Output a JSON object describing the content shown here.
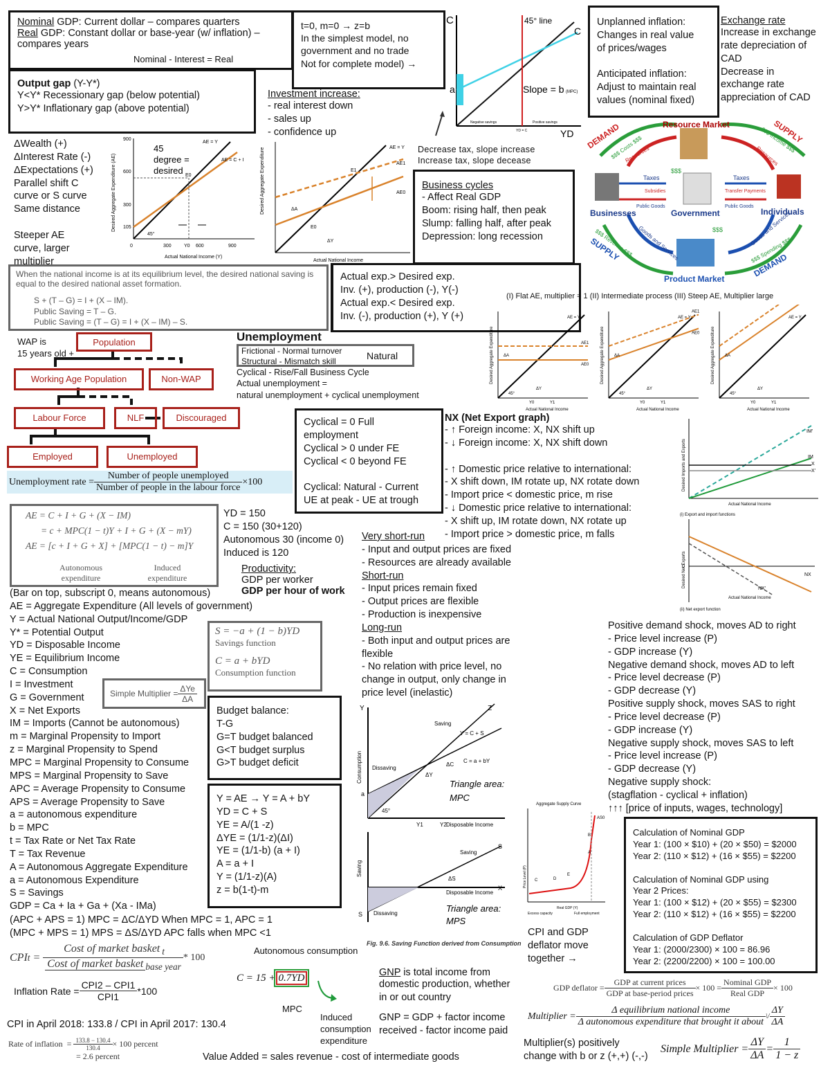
{
  "top_left": {
    "nominal_label": "Nominal",
    "nominal_text": " GDP: Current dollar – compares quarters",
    "real_label": "Real",
    "real_text": " GDP: Constant dollar or base-year (w/ inflation) –",
    "real_text2": "compares years",
    "nominal_interest": "Nominal - Interest = Real"
  },
  "simplest_model": [
    "t=0, m=0 → z=b",
    "In the simplest model, no",
    "government and no trade",
    "Not for complete model) →"
  ],
  "output_gap": {
    "title": "Output gap",
    "title_suffix": " (Y-Y*)",
    "lines": [
      "Y<Y* Recessionary gap (below potential)",
      "Y>Y* Inflationary gap (above potential)"
    ]
  },
  "investment": {
    "title": "Investment increase:",
    "lines": [
      "- real interest down",
      "- sales up",
      "- confidence up"
    ]
  },
  "consumption_chart": {
    "c_label": "C",
    "line45": "45° line",
    "a_label": "a",
    "slope": "Slope = b",
    "mpc": "(MPC)",
    "yd": "YD",
    "neg_saving": "Negative savings",
    "pos_saving": "Positive savings",
    "yd_c": "YD = C"
  },
  "inflation": {
    "lines": [
      "Unplanned inflation:",
      "Changes in real value",
      "of prices/wages",
      "",
      "Anticipated inflation:",
      "Adjust to maintain real",
      "values (nominal fixed)"
    ]
  },
  "exchange": {
    "title": "Exchange rate",
    "lines": [
      "Increase in exchange",
      "rate depreciation of",
      "CAD",
      "Decrease in",
      "exchange rate",
      "appreciation of CAD"
    ]
  },
  "circular_flow": {
    "resource_market": "Resource Market",
    "product_market": "Product Market",
    "businesses": "Businesses",
    "government": "Government",
    "individuals": "Individuals",
    "demand_left": "DEMAND",
    "costs": "$$$ Costs $$$",
    "supply_right": "SUPPLY",
    "income": "$$$ Income $$$",
    "supply_left": "SUPPLY",
    "revenue": "$$$ Revenue $$$",
    "demand_right": "DEMAND",
    "spending": "$$$ Spending $$$",
    "taxes": "Taxes",
    "subsidies": "Subsidies",
    "transfer": "Transfer Payments",
    "public_goods": "Public Goods",
    "goods_services": "Goods and Services",
    "resources": "Resources",
    "dollars": "$$$"
  },
  "wealth": [
    "ΔWealth (+)",
    "ΔInterest Rate (-)",
    "ΔExpectations (+)",
    "Parallel shift C",
    "curve or S curve",
    "Same distance",
    "",
    "Steeper AE",
    "curve, larger",
    "multiplier"
  ],
  "ae_chart1": {
    "note": [
      "45",
      "degree =",
      "desired"
    ],
    "ylabel": "Desired Aggregate Expenditure (AE)",
    "xlabel": "Actual National Income (Y)",
    "yticks": [
      "900",
      "600",
      "300",
      "105"
    ],
    "xticks": [
      "0",
      "300",
      "600",
      "900"
    ],
    "ae_y": "AE = Y",
    "ae_c": "AE = C + I",
    "e0": "E0",
    "y0": "Y0",
    "deg": "45°"
  },
  "ae_chart2": {
    "ylabel": "Desired Aggregate Expenditure",
    "xlabel": "Actual National Income",
    "ae_y": "AE = Y",
    "ae1": "AE1",
    "ae0": "AE0",
    "e1": "E1",
    "e0": "E0",
    "da": "ΔA",
    "dy": "ΔY"
  },
  "tax_note": [
    "Decrease tax, slope increase",
    "Increase tax, slope decease"
  ],
  "business_cycles": {
    "title": "Business cycles",
    "lines": [
      "- Affect Real GDP",
      "Boom: rising half, then peak",
      "Slump: falling half, after peak",
      "Depression: long recession"
    ]
  },
  "equilibrium": {
    "text1": "When the national income is at its equilibrium level, the desired national saving is",
    "text2": "equal to the desired national asset formation.",
    "eqs": [
      "S + (T – G) = I + (X – IM).",
      "Public Saving = T – G.",
      "Public Saving = (T – G) = I + (X – IM) – S."
    ]
  },
  "actual_exp": [
    "Actual exp.> Desired exp.",
    "Inv. (+), production (-), Y(-)",
    "Actual exp.< Desired exp.",
    "Inv. (-), production (+), Y (+)"
  ],
  "multiplier_charts": {
    "header": "(I) Flat AE, multiplier = 1 (II) Intermediate process (III) Steep AE, Multiplier large",
    "ylabel": "Desired Aggregate Expenditure",
    "xlabel": "Actual National Income",
    "ae_y": "AE = Y",
    "ae1": "AE1",
    "ae0": "AE0",
    "da": "ΔA",
    "dy": "ΔY",
    "y0": "Y0",
    "y1": "Y1",
    "deg": "45°"
  },
  "population": {
    "wap_note": [
      "WAP is",
      "15 years old +"
    ],
    "population": "Population",
    "wap": "Working Age Population",
    "non_wap": "Non-WAP",
    "labour_force": "Labour Force",
    "nlf": "NLF",
    "discouraged": "Discouraged",
    "employed": "Employed",
    "unemployed": "Unemployed"
  },
  "unemployment": {
    "title": "Unemployment",
    "frictional": "Frictional - Normal turnover",
    "structural": "Structural - Mismatch skill",
    "natural": "Natural",
    "lines": [
      "Cyclical - Rise/Fall Business Cycle",
      "Actual unemployment =",
      "natural unemployment + cyclical unemployment"
    ]
  },
  "cyclical": [
    "Cyclical = 0 Full",
    "employment",
    "Cyclical > 0 under FE",
    "Cyclical < 0 beyond FE",
    "",
    "Cyclical: Natural - Current",
    "UE at peak - UE at trough"
  ],
  "nx": {
    "title": "NX (Net Export graph)",
    "lines": [
      "- ↑ Foreign income: X, NX shift up",
      "- ↓ Foreign income: X, NX shift down",
      "",
      "- ↑ Domestic price relative to international:",
      "   - X shift down, IM rotate up, NX rotate down",
      "   - Import price < domestic price, m rise",
      "- ↓ Domestic price relative to international:",
      "   - X shift up, IM rotate down, NX rotate up",
      "   - Import price > domestic price, m falls"
    ]
  },
  "nx_graphs": {
    "ylabel1": "Desired Imports and Exports",
    "xlabel": "Actual National Income",
    "cap1": "(i) Export and import functions",
    "ylabel2": "Desired Net Exports",
    "cap2": "(ii) Net export function",
    "im_prime": "IM'",
    "im": "IM",
    "x": "X",
    "x_prime": "X'",
    "nx": "NX",
    "nx_prime": "NX'",
    "zero": "0"
  },
  "unemp_rate": {
    "label": "Unemployment rate =",
    "num": "Number of people unemployed",
    "den": "Number of people in the labour force",
    "mult": "×100"
  },
  "ae_formula": {
    "l1": "AE = C + I + G + (X − IM)",
    "l2": "= c + MPC(1 − t)Y + I + G + (X − mY)",
    "l3a": "AE = [c + I + G + X]",
    "l3b": "+  [MPC(1 − t) − m]Y",
    "auto": "Autonomous expenditure",
    "induced": "Induced expenditure"
  },
  "yd_calc": [
    "YD = 150",
    "C = 150 (30+120)",
    "Autonomous 30 (income 0)",
    "Induced is 120"
  ],
  "productivity": {
    "title": "Productivity:",
    "l1": "GDP per worker",
    "l2": "GDP per hour of work"
  },
  "runs": {
    "vsr": "Very short-run",
    "vsr_lines": [
      "- Input and output prices are fixed",
      "- Resources are already available"
    ],
    "sr": "Short-run",
    "sr_lines": [
      "- Input prices remain fixed",
      "- Output prices are flexible",
      "- Production is inexpensive"
    ],
    "lr": "Long-run",
    "lr_lines": [
      "- Both input and output prices are",
      "flexible",
      "- No relation with price level, no",
      "change in output, only change in",
      "price level (inelastic)"
    ]
  },
  "definitions": [
    "(Bar on top, subscript 0, means autonomous)",
    "AE = Aggregate Expenditure (All levels of government)",
    "Y = Actual National Output/Income/GDP",
    "Y* = Potential Output",
    "YD = Disposable Income",
    "YE = Equilibrium Income",
    "C = Consumption",
    "I = Investment",
    "G = Government",
    "X = Net Exports",
    "IM = Imports (Cannot be autonomous)",
    "m = Marginal Propensity to Import",
    "z = Marginal Propensity to Spend",
    "MPC = Marginal Propensity to Consume",
    "MPS = Marginal Propensity to Save",
    "APC = Average Propensity to Consume",
    "APS = Average Propensity to Save",
    "a = autonomous expenditure",
    "b = MPC",
    "t = Tax Rate or Net Tax Rate",
    "T = Tax Revenue",
    "A = Autonomous Aggregate Expenditure",
    "a = Autonomous Expenditure",
    "S = Savings",
    "   GDP = Ca + Ia + Ga + (Xa - IMa)"
  ],
  "savings_fn": {
    "s": "S = −a + (1 − b)YD",
    "s_label": "Savings function",
    "c": "C = a + bYD",
    "c_label": "Consumption function"
  },
  "simple_mult": {
    "label": "Simple Multiplier =",
    "num": "ΔYe",
    "den": "ΔA"
  },
  "budget": [
    "Budget balance:",
    "T-G",
    "G=T budget balanced",
    "G<T budget surplus",
    "G>T budget deficit"
  ],
  "y_ae": [
    "Y = AE → Y = A + bY",
    "YD = C + S",
    "YE = A/(1 -z)",
    "ΔYE = (1/1-z)(ΔI)",
    "YE = (1/1-b) (a + I)",
    "A = a + I",
    "Y = (1/1-z)(A)",
    "z = b(1-t)-m"
  ],
  "saving_chart": {
    "consumption": "Consumption",
    "saving": "Saving",
    "y": "Y",
    "z": "Z",
    "y_cs": "Y = C + S",
    "c_eq": "C = a + bY",
    "saving_lbl": "Saving",
    "dissaving": "Dissaving",
    "dc": "ΔC",
    "dy": "ΔY",
    "a": "a",
    "deg": "45°",
    "disp": "Disposable Income",
    "tri1": "Triangle area:",
    "mpc": "MPC",
    "tri2": "Triangle area:",
    "mps": "MPS",
    "s": "S",
    "x": "X",
    "ds": "ΔS",
    "caption": "Fig. 9.6. Saving Function derived from Consumption Function",
    "y1": "Y1",
    "y2": "Y2"
  },
  "as_chart": {
    "title": "Aggregate Supply Curve",
    "ylabel": "Price Level (P)",
    "xlabel": "Real GDP (Y)",
    "as": "AS0",
    "excess": "Excess capacity",
    "full": "Full employment",
    "pts": [
      "A",
      "B",
      "C",
      "D",
      "E"
    ]
  },
  "shocks": [
    "Positive demand shock, moves AD to right",
    "- Price level increase (P)",
    "- GDP increase (Y)",
    "Negative demand shock, moves AD to left",
    "- Price level decrease (P)",
    "- GDP decrease (Y)",
    "Positive supply shock, moves SAS to right",
    "- Price level decrease (P)",
    "- GDP increase (Y)",
    "Negative supply shock, moves SAS to left",
    "- Price level increase (P)",
    "- GDP decrease (Y)",
    "Negative supply shock:",
    "(stagflation - cyclical + inflation)",
    "↑↑↑ [price of inputs, wages, technology]"
  ],
  "gdp_calc": [
    "Calculation of Nominal GDP",
    "Year 1: (100 × $10) + (20 × $50) = $2000",
    "Year 2: (110 × $12) + (16 × $55) = $2200",
    "",
    "Calculation of Nominal GDP using",
    "Year 2 Prices:",
    "Year 1: (100 × $12) + (20 × $55) = $2300",
    "Year 2: (110 × $12) + (16 × $55) = $2200",
    "",
    "Calculation of GDP Deflator",
    "Year 1: (2000/2300) × 100 = 86.96",
    "Year 2: (2200/2200) × 100 = 100.00"
  ],
  "cpi_gdp": [
    "CPI and GDP",
    "deflator move",
    "together →"
  ],
  "apc": [
    "(APC + APS = 1)     MPC = ΔC/ΔYD   When MPC = 1, APC = 1",
    "(MPC + MPS = 1)     MPS = ΔS/ΔYD   APC falls when MPC <1"
  ],
  "cpi": {
    "lhs": "CPI",
    "sub": "t",
    "num": "Cost of market basket",
    "num_sub": "t",
    "den": "Cost of market basket",
    "den_sub": "base year",
    "mult": "* 100"
  },
  "autonomous_consumption": "Autonomous consumption",
  "c_example": {
    "lhs": "C = 15 +",
    "boxed": "0.7YD",
    "mpc": "MPC",
    "induced": [
      "Induced",
      "consumption",
      "expenditure"
    ]
  },
  "inflation_rate": {
    "label": "Inflation Rate =",
    "num": "CPI2 – CPI1",
    "den": "CPI1",
    "mult": "*100"
  },
  "cpi_april": "CPI in April 2018: 133.8 / CPI in April 2017: 130.4",
  "rate_inflation": {
    "label": "Rate of inflation",
    "num": "133.8 − 130.4",
    "den": "130.4",
    "mult": "× 100 percent",
    "result": "= 2.6 percent"
  },
  "gnp": {
    "title": "GNP",
    "text": " is total income from",
    "lines": [
      "domestic production, whether",
      "in or out country"
    ],
    "eq": [
      "GNP = GDP + factor income",
      "received - factor income paid"
    ]
  },
  "deflator": {
    "label": "GDP deflator =",
    "num": "GDP at current prices",
    "den": "GDP at base-period prices",
    "mult": "× 100 =",
    "num2": "Nominal GDP",
    "den2": "Real GDP",
    "mult2": "× 100"
  },
  "multiplier": {
    "label": "Multiplier =",
    "num": "Δ equilibrium national income",
    "den": "Δ autonomous expenditure that brought it about",
    "or": "\\/",
    "num2": "ΔY",
    "den2": "ΔA"
  },
  "mult_note": [
    "Multiplier(s) positively",
    "change with b or z (+,+) (-,-)"
  ],
  "simple_mult2": {
    "label": "Simple Multiplier =",
    "num": "ΔY",
    "den": "ΔA",
    "eq": "=",
    "num2": "1",
    "den2": "1 − z"
  },
  "value_added": "Value Added = sales revenue - cost of intermediate goods",
  "colors": {
    "orange": "#d9822b",
    "red_box": "#a8201a",
    "cyan": "#3fd1e6",
    "green": "#1f9a3a",
    "teal_dash": "#2aa89a",
    "light_blue_bg": "#d8eef7"
  }
}
